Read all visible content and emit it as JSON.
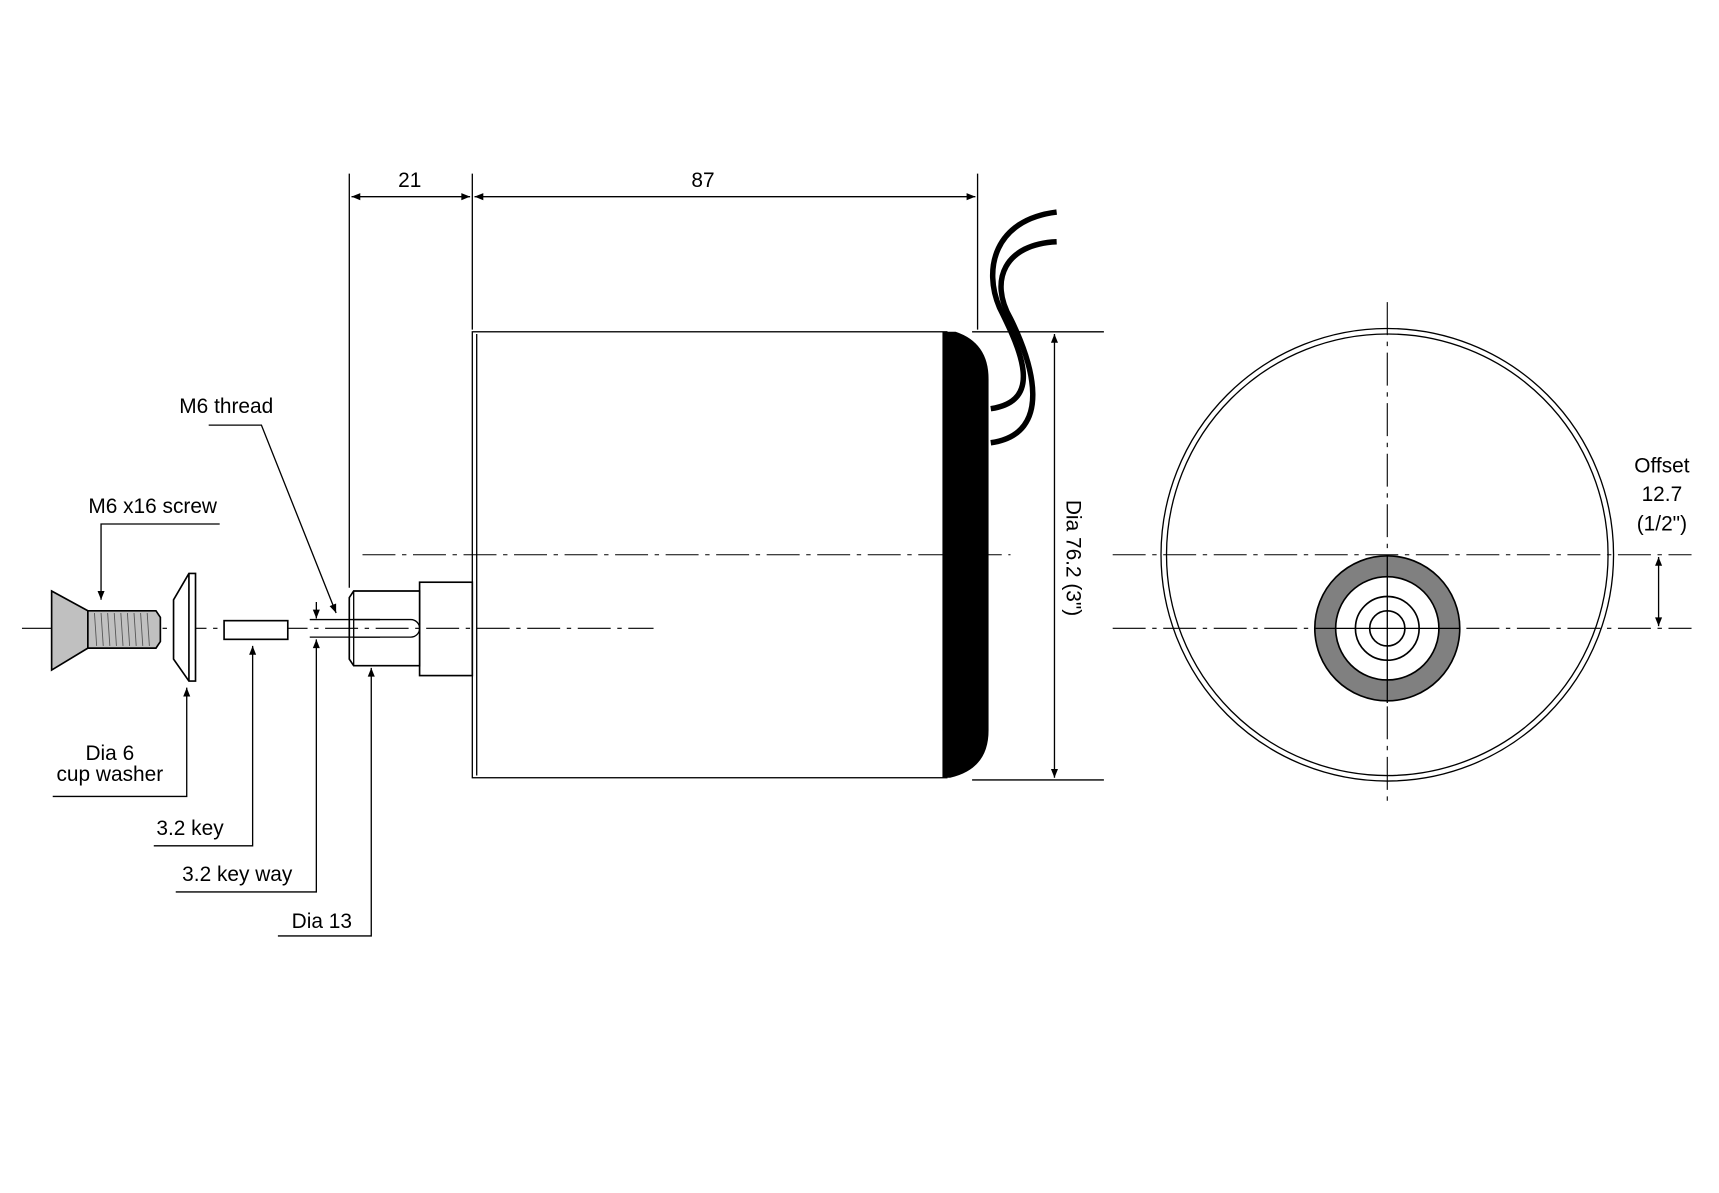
{
  "dimensions": {
    "shaft_length": "21",
    "body_length": "87",
    "diameter": "Dia 76.2  (3\")",
    "offset_label": "Offset",
    "offset_value": "12.7",
    "offset_inch": "(1/2\")"
  },
  "callouts": {
    "m6_thread": "M6 thread",
    "screw": "M6 x16 screw",
    "washer_line1": "Dia 6",
    "washer_line2": "cup washer",
    "key": "3.2 key",
    "key_way": "3.2 key way",
    "shaft_dia": "Dia 13"
  },
  "colors": {
    "fill_gray": "#808080",
    "line": "#000000"
  }
}
